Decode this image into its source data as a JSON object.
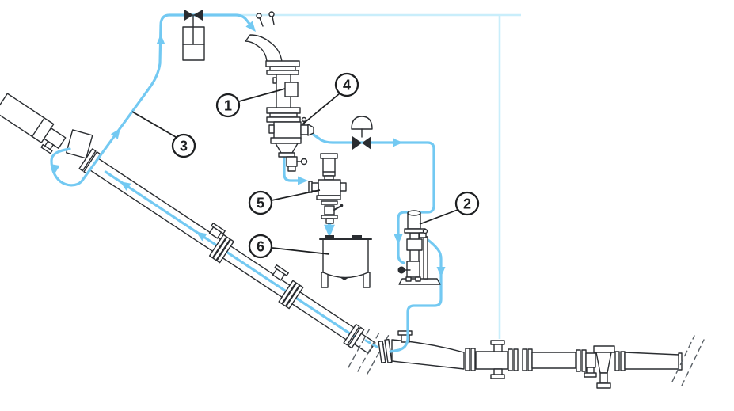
{
  "diagram": {
    "type": "process-flow-illustration",
    "callouts": [
      {
        "number": "1"
      },
      {
        "number": "2"
      },
      {
        "number": "3"
      },
      {
        "number": "4"
      },
      {
        "number": "5"
      },
      {
        "number": "6"
      }
    ],
    "colors": {
      "flow": "#73c9f2",
      "flow_light": "#c9eefb",
      "ink": "#2a2d31",
      "leader": "#1d1f21"
    }
  }
}
